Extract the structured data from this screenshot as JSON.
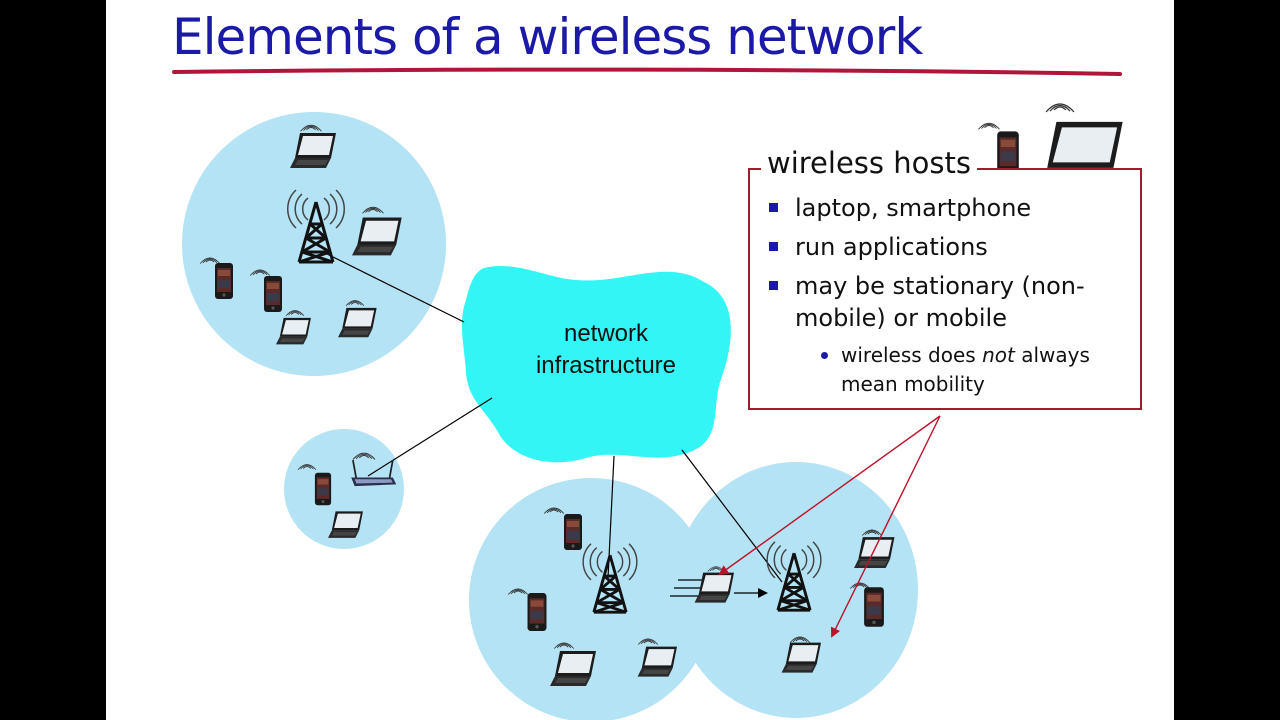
{
  "title": "Elements of a wireless network",
  "cloud_label_line1": "network",
  "cloud_label_line2": "infrastructure",
  "callout": {
    "heading": "wireless hosts",
    "bullets": [
      "laptop, smartphone",
      "run applications",
      "may be stationary (non-",
      "mobile) or mobile"
    ],
    "sub_prefix": "wireless does ",
    "sub_emphasis": "not",
    "sub_suffix": " always",
    "sub_line2": "mean mobility"
  },
  "colors": {
    "title": "#1a1aa6",
    "underline": "#b0163a",
    "cell": "#b3e3f5",
    "cloud": "#33f5f5",
    "callout_border": "#a01c2c",
    "bullet": "#1a1aa6"
  },
  "icons": [
    "laptop-icon",
    "smartphone-icon",
    "cell-tower-icon",
    "wireless-router-icon",
    "wireless-signal-icon"
  ]
}
